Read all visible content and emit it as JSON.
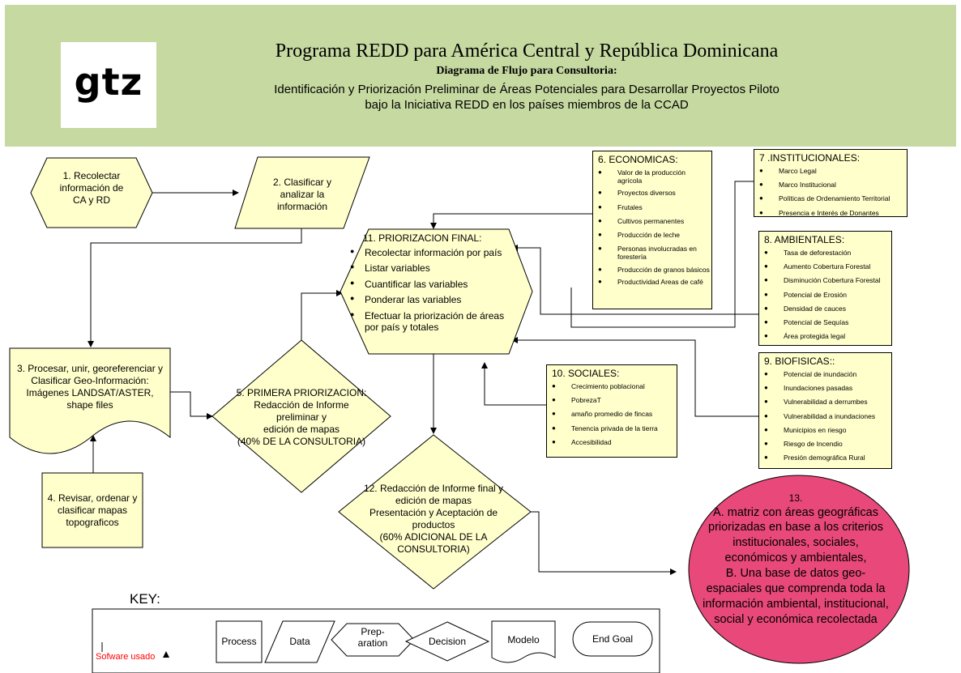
{
  "header": {
    "logo": "gtz",
    "title": "Programa REDD para América Central y República Dominicana",
    "subtitle": "Diagrama de Flujo para Consultoria:",
    "line1": "Identificación y Priorización Preliminar de Áreas Potenciales para Desarrollar Proyectos Piloto",
    "line2": "bajo la Iniciativa REDD en los países miembros de la CCAD"
  },
  "nodes": {
    "n1": {
      "line1": "1. Recolectar",
      "line2": "información de",
      "line3": "CA y RD"
    },
    "n2": {
      "line1": "2. Clasificar y",
      "line2": "analizar la",
      "line3": "información"
    },
    "n3": {
      "line1": "3. Procesar, unir, georeferenciar y",
      "line2": "Clasificar Geo-Información:",
      "line3": "Imágenes LANDSAT/ASTER,",
      "line4": "shape files"
    },
    "n4": {
      "line1": "4. Revisar, ordenar y",
      "line2": "clasificar mapas",
      "line3": "topograficos"
    },
    "n5": {
      "line1": "5. PRIMERA PRIORIZACION:",
      "line2": "Redacción de Informe",
      "line3": "preliminar y",
      "line4": "edición de mapas",
      "line5": "(40% DE LA CONSULTORIA)"
    },
    "n11": {
      "title": "11. PRIORIZACION FINAL:",
      "items": [
        "Recolectar información por país",
        "Listar variables",
        "Cuantificar las variables",
        "Ponderar las variables",
        "Efectuar la priorización de áreas por país y totales"
      ]
    },
    "n12": {
      "line1": "12. Redacción de Informe final y",
      "line2": "edición de mapas",
      "line3": "Presentación y Aceptación de",
      "line4": "productos",
      "line5": "(60% ADICIONAL DE LA",
      "line6": "CONSULTORIA)"
    },
    "n13": {
      "line1": "13.",
      "line2": "A. matriz con áreas geográficas",
      "line3": "priorizadas en base a los criterios",
      "line4": "institucionales, sociales,",
      "line5": "económicos y ambientales,",
      "line6": "B. Una base de datos geo-",
      "line7": "espaciales que comprenda toda la",
      "line8": "información ambiental, institucional,",
      "line9": "social y económica recolectada"
    }
  },
  "panels": {
    "economicas": {
      "title": "6.  ECONOMICAS:",
      "items": [
        "Valor de la producción agrícola",
        "Proyectos diversos",
        "Frutales",
        "Cultivos permanentes",
        "Producción de leche",
        "Personas involucradas en forestería",
        "Producción de granos básicos",
        "Productividad Areas de café"
      ]
    },
    "institucionales": {
      "title": "7 .INSTITUCIONALES:",
      "items": [
        "Marco Legal",
        "Marco Institucional",
        "Políticas de Ordenamiento Territorial",
        "Presencia e Interés de Donantes"
      ]
    },
    "ambientales": {
      "title": "8. AMBIENTALES:",
      "items": [
        "Tasa de deforestación",
        "Aumento Cobertura Forestal",
        "Disminución Cobertura Forestal",
        "Potencial de Erosión",
        "Densidad de cauces",
        "Potencial de Sequías",
        "Área protegida legal"
      ]
    },
    "biofisicas": {
      "title": "9. BIOFISICAS::",
      "items": [
        "Potencial de inundación",
        "Inundaciones pasadas",
        "Vulnerabilidad a derrumbes",
        "Vulnerabilidad a inundaciones",
        "Municipios en riesgo",
        "Riesgo de Incendio",
        "Presión demográfica Rural"
      ]
    },
    "sociales": {
      "title": "10. SOCIALES:",
      "items": [
        "Crecimiento poblacional",
        "PobrezaT",
        "amaño promedio de fincas",
        "Tenencia privada de la tierra",
        "Accesibilidad"
      ]
    }
  },
  "key": {
    "label": "KEY:",
    "software": "Sofware usado",
    "process": "Process",
    "data": "Data",
    "prep1": "Prep-",
    "prep2": "aration",
    "decision": "Decision",
    "modelo": "Modelo",
    "endgoal": "End Goal"
  },
  "colors": {
    "header_bg": "#c6d9a1",
    "shape_fill": "#ffffcc",
    "goal_fill": "#e8487a",
    "software_text": "#ff0000"
  }
}
